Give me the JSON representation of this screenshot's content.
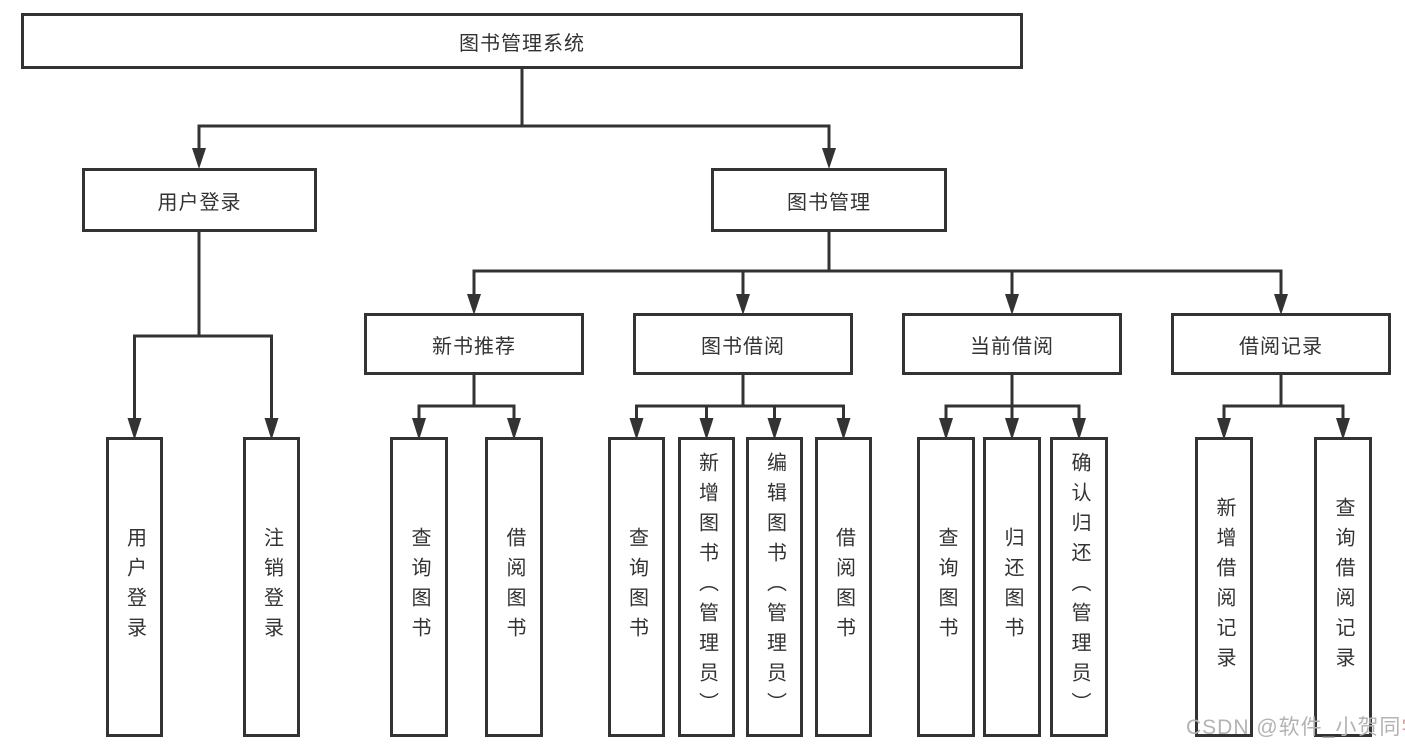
{
  "diagram": {
    "root": {
      "label": "图书管理系统"
    },
    "branches": [
      {
        "label": "用户登录",
        "children": [
          {
            "label": "用户登录"
          },
          {
            "label": "注销登录"
          }
        ]
      },
      {
        "label": "图书管理",
        "children": [
          {
            "label": "新书推荐",
            "children": [
              {
                "label": "查询图书"
              },
              {
                "label": "借阅图书"
              }
            ]
          },
          {
            "label": "图书借阅",
            "children": [
              {
                "label": "查询图书"
              },
              {
                "label": "新增图书（管理员）"
              },
              {
                "label": "编辑图书（管理员）"
              },
              {
                "label": "借阅图书"
              }
            ]
          },
          {
            "label": "当前借阅",
            "children": [
              {
                "label": "查询图书"
              },
              {
                "label": "归还图书"
              },
              {
                "label": "确认归还（管理员）"
              }
            ]
          },
          {
            "label": "借阅记录",
            "children": [
              {
                "label": "新增借阅记录"
              },
              {
                "label": "查询借阅记录"
              }
            ]
          }
        ]
      }
    ]
  },
  "watermark": {
    "text": "CSDN @软件_小贺同",
    "accent_text": "学"
  },
  "colors": {
    "line": "#333333",
    "text": "#333333",
    "background": "#ffffff",
    "watermark": "#b3b3b3",
    "watermark_accent": "#d89c9c"
  }
}
